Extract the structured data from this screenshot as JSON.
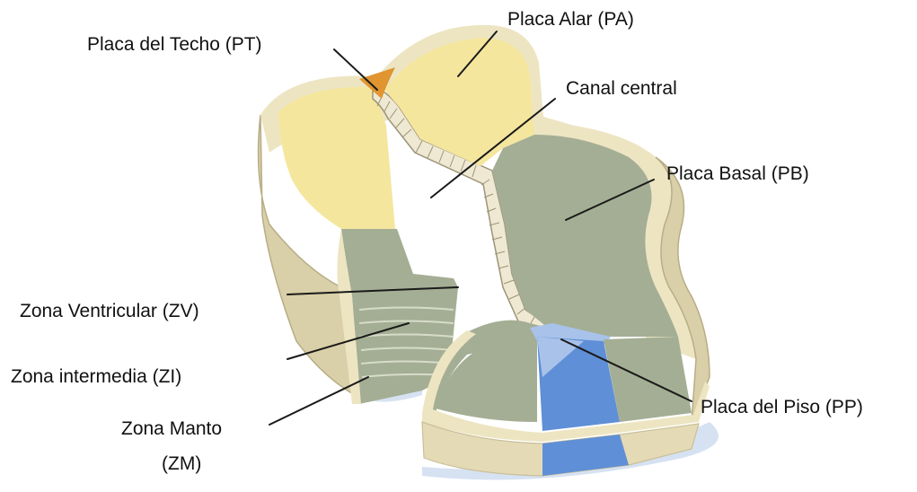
{
  "labels": {
    "roof_plate": "Placa del Techo (PT)",
    "alar_plate": "Placa Alar (PA)",
    "central_canal": "Canal central",
    "basal_plate": "Placa Basal (PB)",
    "ventricular_zone": "Zona Ventricular (ZV)",
    "intermediate_zone": "Zona intermedia (ZI)",
    "mantle_zone_line1": "Zona Manto",
    "mantle_zone_line2": "(ZM)",
    "floor_plate": "Placa del Piso (PP)"
  },
  "colors": {
    "tissue_cream": "#ede5c2",
    "tissue_edge": "#c9bf98",
    "alar_yellow": "#f5e69e",
    "basal_green": "#a4ae94",
    "roof_orange": "#e09530",
    "floor_blue": "#5f8fd6",
    "floor_blue_light": "#a9c2ea",
    "shadow_blue": "#d6e2f2"
  }
}
